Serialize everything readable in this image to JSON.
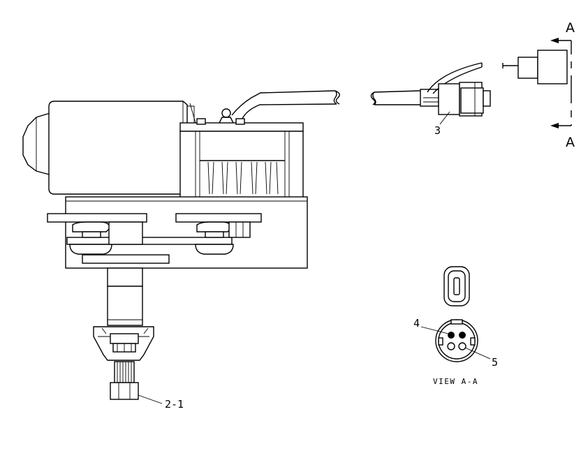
{
  "callouts": {
    "c21": "2-1",
    "c3": "3",
    "c4": "4",
    "c5": "5"
  },
  "section": {
    "top_letter": "A",
    "bottom_letter": "A",
    "view_label": "VIEW A-A"
  }
}
